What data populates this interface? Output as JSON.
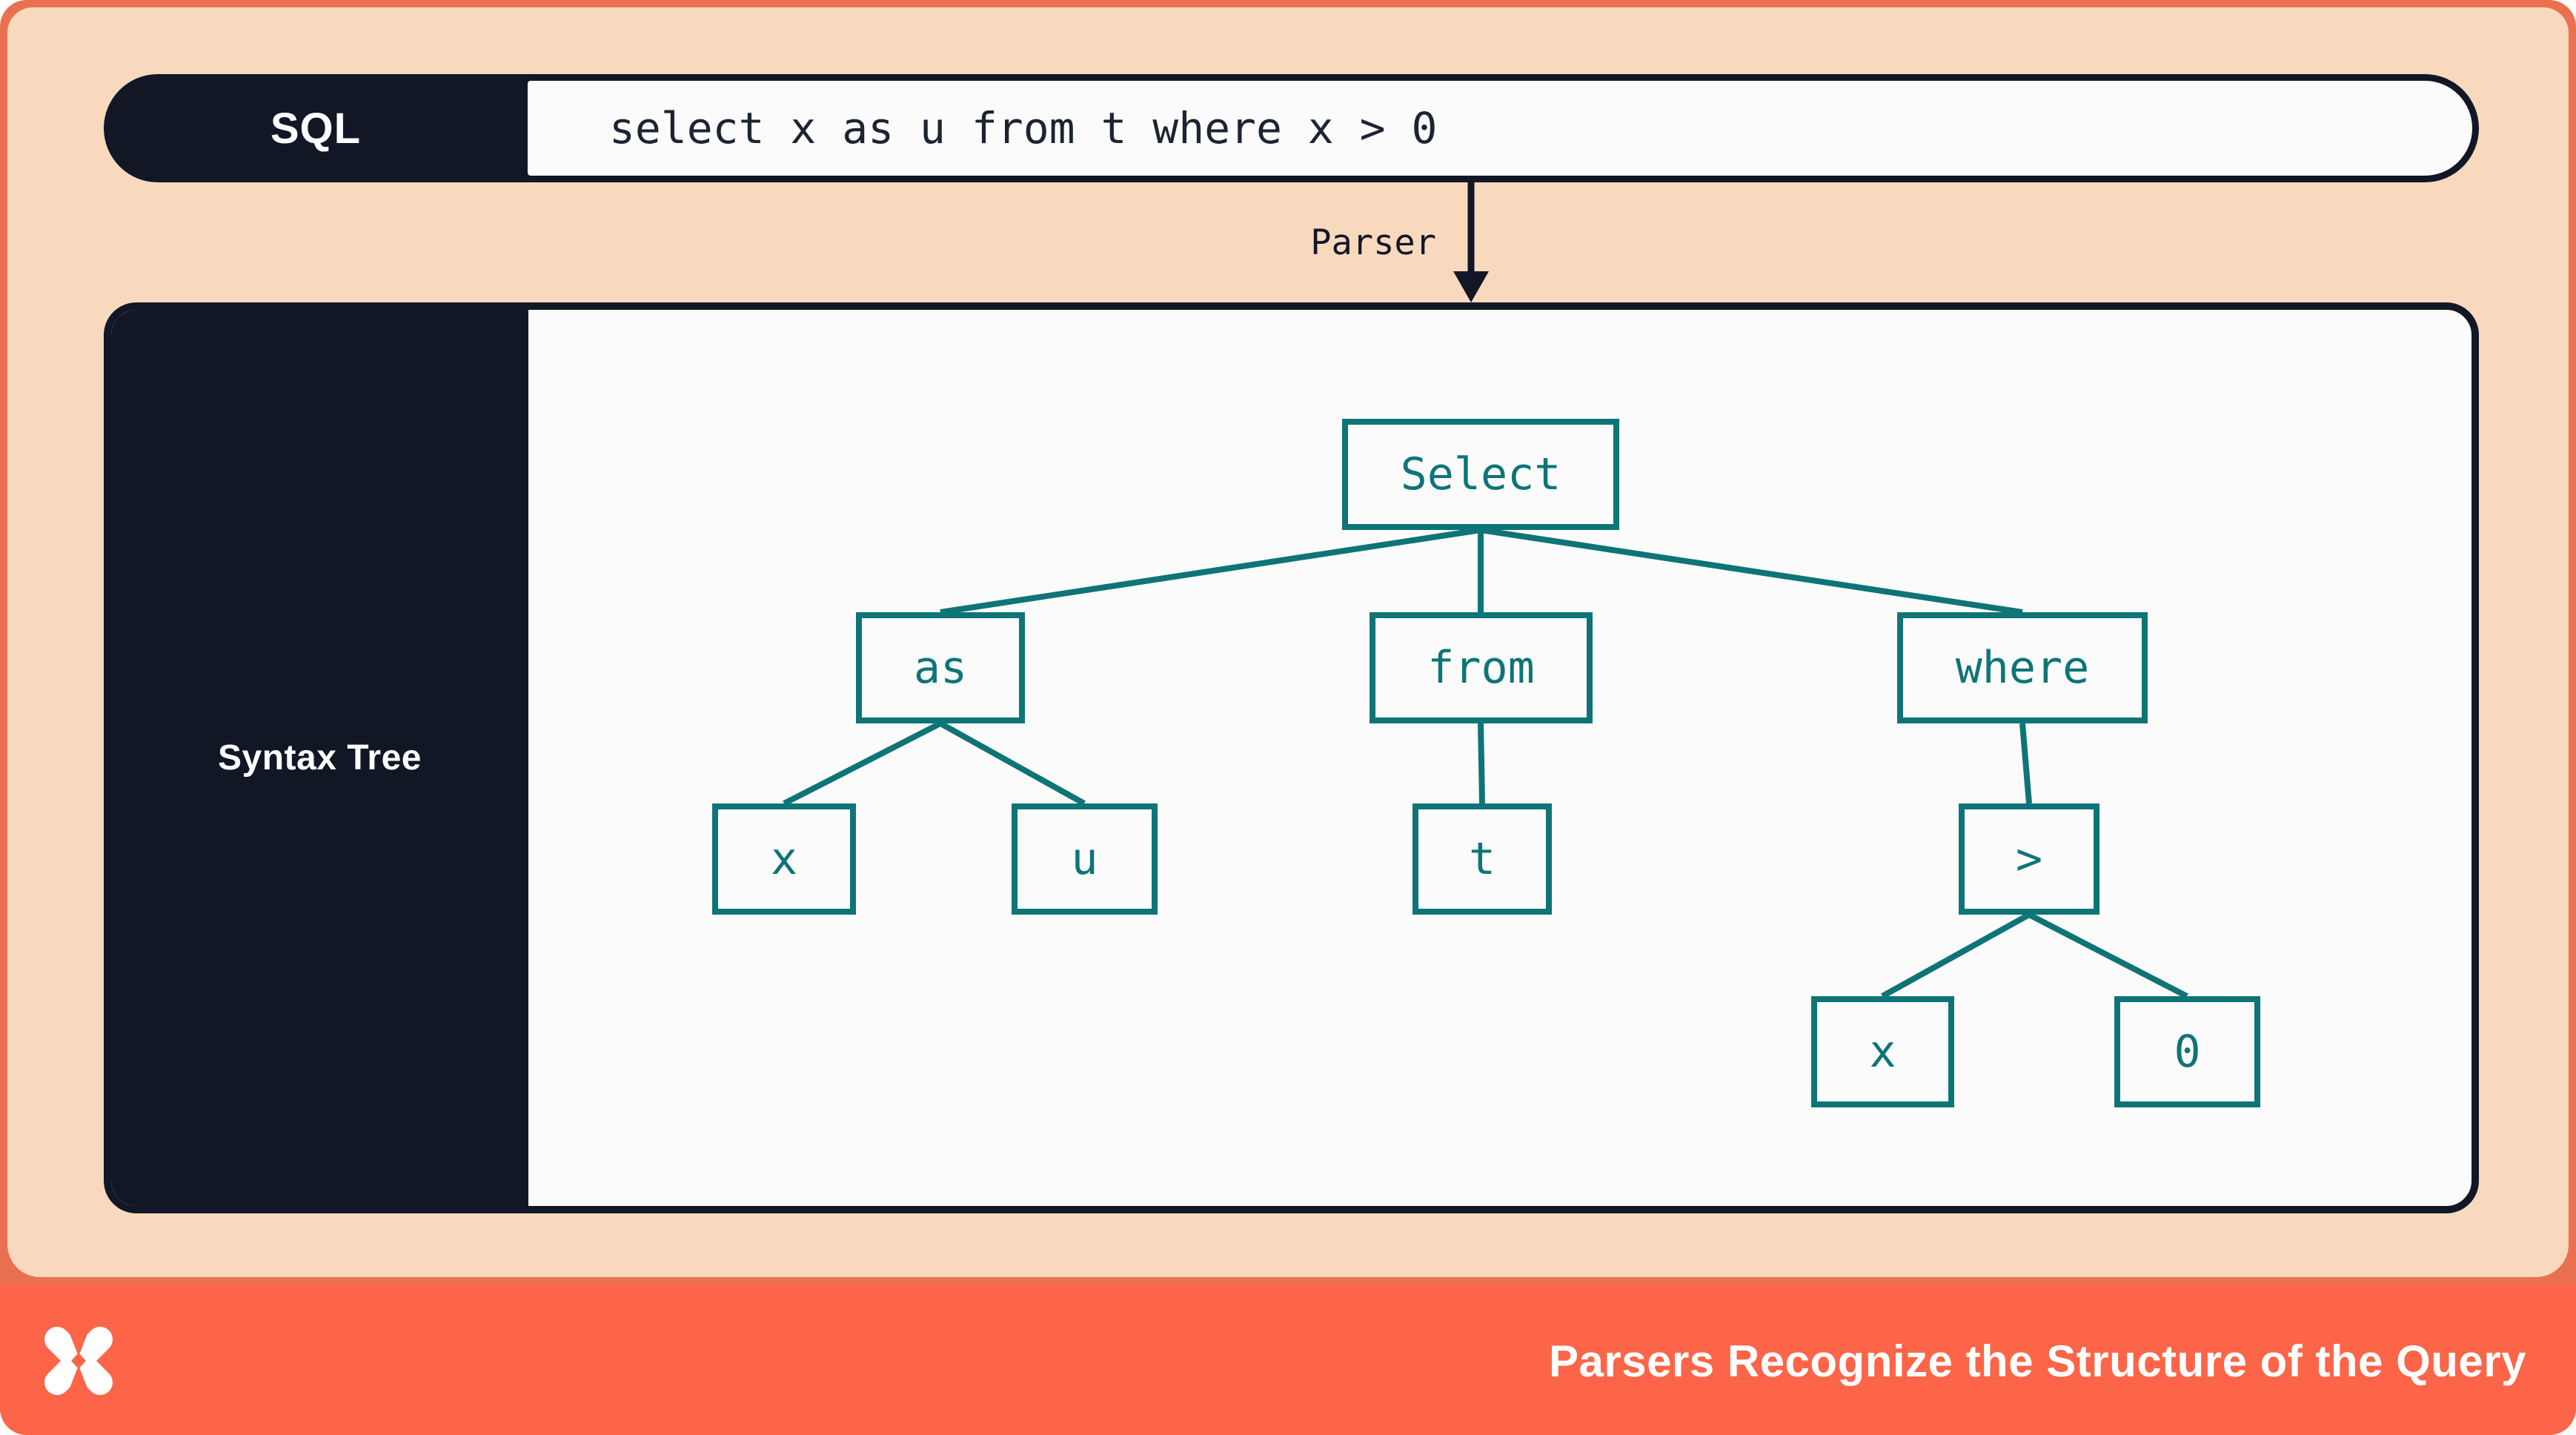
{
  "colors": {
    "orange_bright": "#FC6548",
    "orange_frame": "#EA7150",
    "peach": "#F8D9BE",
    "navy": "#121726",
    "teal": "#0E7477",
    "panel_white": "#FBFBFC"
  },
  "sql_bar": {
    "label": "SQL",
    "query": "select x as u from t where x > 0"
  },
  "parser_arrow": {
    "label": "Parser"
  },
  "syntax_panel": {
    "label": "Syntax Tree"
  },
  "tree": {
    "nodes": {
      "select": {
        "label": "Select"
      },
      "as": {
        "label": "as"
      },
      "from": {
        "label": "from"
      },
      "where": {
        "label": "where"
      },
      "x_left": {
        "label": "x"
      },
      "u": {
        "label": "u"
      },
      "t": {
        "label": "t"
      },
      "gt": {
        "label": ">"
      },
      "x_right": {
        "label": "x"
      },
      "zero": {
        "label": "0"
      }
    },
    "edges": [
      [
        "Select",
        "as"
      ],
      [
        "Select",
        "from"
      ],
      [
        "Select",
        "where"
      ],
      [
        "as",
        "x"
      ],
      [
        "as",
        "u"
      ],
      [
        "from",
        "t"
      ],
      [
        "where",
        ">"
      ],
      [
        ">",
        "x"
      ],
      [
        ">",
        "0"
      ]
    ]
  },
  "footer": {
    "title": "Parsers Recognize the Structure of the Query",
    "logo": "dolt-x-logo"
  }
}
